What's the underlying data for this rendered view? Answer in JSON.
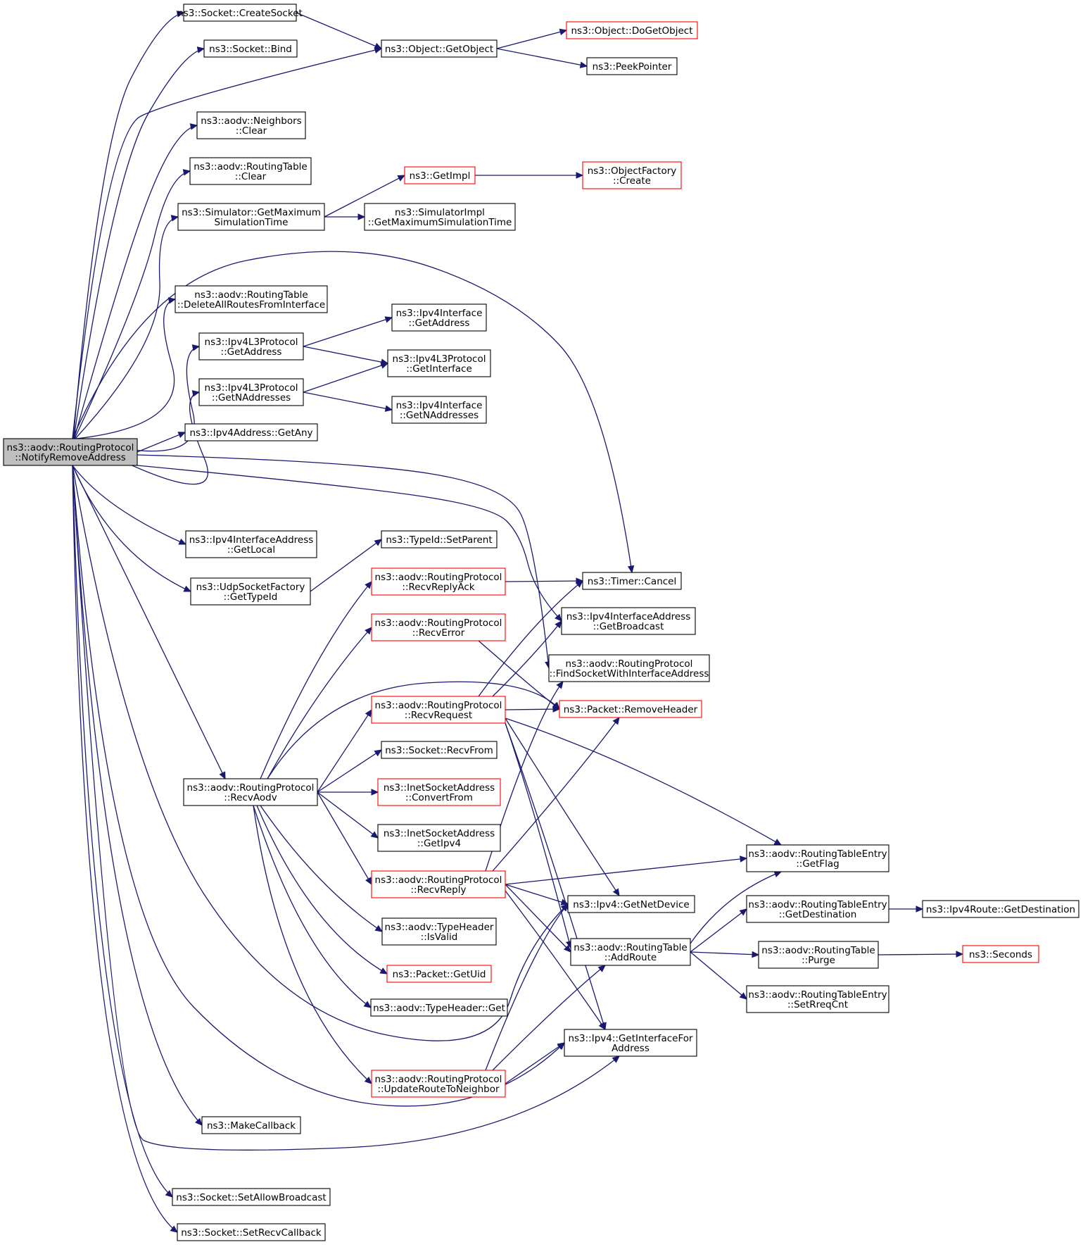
{
  "graph": {
    "edge_color": "#191970",
    "highlight_color": "#ff0000",
    "root_fill": "#bfbfbf",
    "nodes": [
      {
        "id": "root",
        "lines": [
          "ns3::aodv::RoutingProtocol",
          "::NotifyRemoveAddress"
        ],
        "style": "root"
      },
      {
        "id": "createSocket",
        "lines": [
          "ns3::Socket::CreateSocket"
        ],
        "style": "normal"
      },
      {
        "id": "bind",
        "lines": [
          "ns3::Socket::Bind"
        ],
        "style": "normal"
      },
      {
        "id": "getObject",
        "lines": [
          "ns3::Object::GetObject"
        ],
        "style": "normal"
      },
      {
        "id": "doGetObject",
        "lines": [
          "ns3::Object::DoGetObject"
        ],
        "style": "red"
      },
      {
        "id": "peekPointer",
        "lines": [
          "ns3::PeekPointer"
        ],
        "style": "normal"
      },
      {
        "id": "neighborsClear",
        "lines": [
          "ns3::aodv::Neighbors",
          "::Clear"
        ],
        "style": "normal"
      },
      {
        "id": "rtClear",
        "lines": [
          "ns3::aodv::RoutingTable",
          "::Clear"
        ],
        "style": "normal"
      },
      {
        "id": "getImpl",
        "lines": [
          "ns3::GetImpl"
        ],
        "style": "red"
      },
      {
        "id": "objFactoryCreate",
        "lines": [
          "ns3::ObjectFactory",
          "::Create"
        ],
        "style": "red"
      },
      {
        "id": "simGetMax",
        "lines": [
          "ns3::Simulator::GetMaximum",
          "SimulationTime"
        ],
        "style": "normal"
      },
      {
        "id": "simImplGetMax",
        "lines": [
          "ns3::SimulatorImpl",
          "::GetMaximumSimulationTime"
        ],
        "style": "normal"
      },
      {
        "id": "deleteAllRoutes",
        "lines": [
          "ns3::aodv::RoutingTable",
          "::DeleteAllRoutesFromInterface"
        ],
        "style": "normal"
      },
      {
        "id": "ipv4ifGetAddress",
        "lines": [
          "ns3::Ipv4Interface",
          "::GetAddress"
        ],
        "style": "normal"
      },
      {
        "id": "l3GetAddress",
        "lines": [
          "ns3::Ipv4L3Protocol",
          "::GetAddress"
        ],
        "style": "normal"
      },
      {
        "id": "l3GetInterface",
        "lines": [
          "ns3::Ipv4L3Protocol",
          "::GetInterface"
        ],
        "style": "normal"
      },
      {
        "id": "l3GetNAddresses",
        "lines": [
          "ns3::Ipv4L3Protocol",
          "::GetNAddresses"
        ],
        "style": "normal"
      },
      {
        "id": "ipv4ifGetNAddresses",
        "lines": [
          "ns3::Ipv4Interface",
          "::GetNAddresses"
        ],
        "style": "normal"
      },
      {
        "id": "getAny",
        "lines": [
          "ns3::Ipv4Address::GetAny"
        ],
        "style": "normal"
      },
      {
        "id": "getLocal",
        "lines": [
          "ns3::Ipv4InterfaceAddress",
          "::GetLocal"
        ],
        "style": "normal"
      },
      {
        "id": "setParent",
        "lines": [
          "ns3::TypeId::SetParent"
        ],
        "style": "normal"
      },
      {
        "id": "udpGetTypeId",
        "lines": [
          "ns3::UdpSocketFactory",
          "::GetTypeId"
        ],
        "style": "normal"
      },
      {
        "id": "recvReplyAck",
        "lines": [
          "ns3::aodv::RoutingProtocol",
          "::RecvReplyAck"
        ],
        "style": "red"
      },
      {
        "id": "timerCancel",
        "lines": [
          "ns3::Timer::Cancel"
        ],
        "style": "normal"
      },
      {
        "id": "getBroadcast",
        "lines": [
          "ns3::Ipv4InterfaceAddress",
          "::GetBroadcast"
        ],
        "style": "normal"
      },
      {
        "id": "recvError",
        "lines": [
          "ns3::aodv::RoutingProtocol",
          "::RecvError"
        ],
        "style": "red"
      },
      {
        "id": "findSocket",
        "lines": [
          "ns3::aodv::RoutingProtocol",
          "::FindSocketWithInterfaceAddress"
        ],
        "style": "normal"
      },
      {
        "id": "recvRequest",
        "lines": [
          "ns3::aodv::RoutingProtocol",
          "::RecvRequest"
        ],
        "style": "red"
      },
      {
        "id": "removeHeader",
        "lines": [
          "ns3::Packet::RemoveHeader"
        ],
        "style": "red"
      },
      {
        "id": "recvFrom",
        "lines": [
          "ns3::Socket::RecvFrom"
        ],
        "style": "normal"
      },
      {
        "id": "recvAodv",
        "lines": [
          "ns3::aodv::RoutingProtocol",
          "::RecvAodv"
        ],
        "style": "normal"
      },
      {
        "id": "convertFrom",
        "lines": [
          "ns3::InetSocketAddress",
          "::ConvertFrom"
        ],
        "style": "red"
      },
      {
        "id": "getIpv4",
        "lines": [
          "ns3::InetSocketAddress",
          "::GetIpv4"
        ],
        "style": "normal"
      },
      {
        "id": "rteGetFlag",
        "lines": [
          "ns3::aodv::RoutingTableEntry",
          "::GetFlag"
        ],
        "style": "normal"
      },
      {
        "id": "recvReply",
        "lines": [
          "ns3::aodv::RoutingProtocol",
          "::RecvReply"
        ],
        "style": "red"
      },
      {
        "id": "getNetDevice",
        "lines": [
          "ns3::Ipv4::GetNetDevice"
        ],
        "style": "normal"
      },
      {
        "id": "rteGetDestination",
        "lines": [
          "ns3::aodv::RoutingTableEntry",
          "::GetDestination"
        ],
        "style": "normal"
      },
      {
        "id": "ipv4RouteGetDest",
        "lines": [
          "ns3::Ipv4Route::GetDestination"
        ],
        "style": "normal"
      },
      {
        "id": "typeHeaderIsValid",
        "lines": [
          "ns3::aodv::TypeHeader",
          "::IsValid"
        ],
        "style": "normal"
      },
      {
        "id": "addRoute",
        "lines": [
          "ns3::aodv::RoutingTable",
          "::AddRoute"
        ],
        "style": "normal"
      },
      {
        "id": "purge",
        "lines": [
          "ns3::aodv::RoutingTable",
          "::Purge"
        ],
        "style": "normal"
      },
      {
        "id": "seconds",
        "lines": [
          "ns3::Seconds"
        ],
        "style": "red"
      },
      {
        "id": "getUid",
        "lines": [
          "ns3::Packet::GetUid"
        ],
        "style": "red"
      },
      {
        "id": "setReqCnt",
        "lines": [
          "ns3::aodv::RoutingTableEntry",
          "::SetRreqCnt"
        ],
        "style": "normal"
      },
      {
        "id": "typeHeaderGet",
        "lines": [
          "ns3::aodv::TypeHeader::Get"
        ],
        "style": "normal"
      },
      {
        "id": "getIfForAddr",
        "lines": [
          "ns3::Ipv4::GetInterfaceFor",
          "Address"
        ],
        "style": "normal"
      },
      {
        "id": "updateRoute",
        "lines": [
          "ns3::aodv::RoutingProtocol",
          "::UpdateRouteToNeighbor"
        ],
        "style": "red"
      },
      {
        "id": "makeCallback",
        "lines": [
          "ns3::MakeCallback"
        ],
        "style": "normal"
      },
      {
        "id": "setAllowBroadcast",
        "lines": [
          "ns3::Socket::SetAllowBroadcast"
        ],
        "style": "normal"
      },
      {
        "id": "setRecvCallback",
        "lines": [
          "ns3::Socket::SetRecvCallback"
        ],
        "style": "normal"
      }
    ]
  }
}
